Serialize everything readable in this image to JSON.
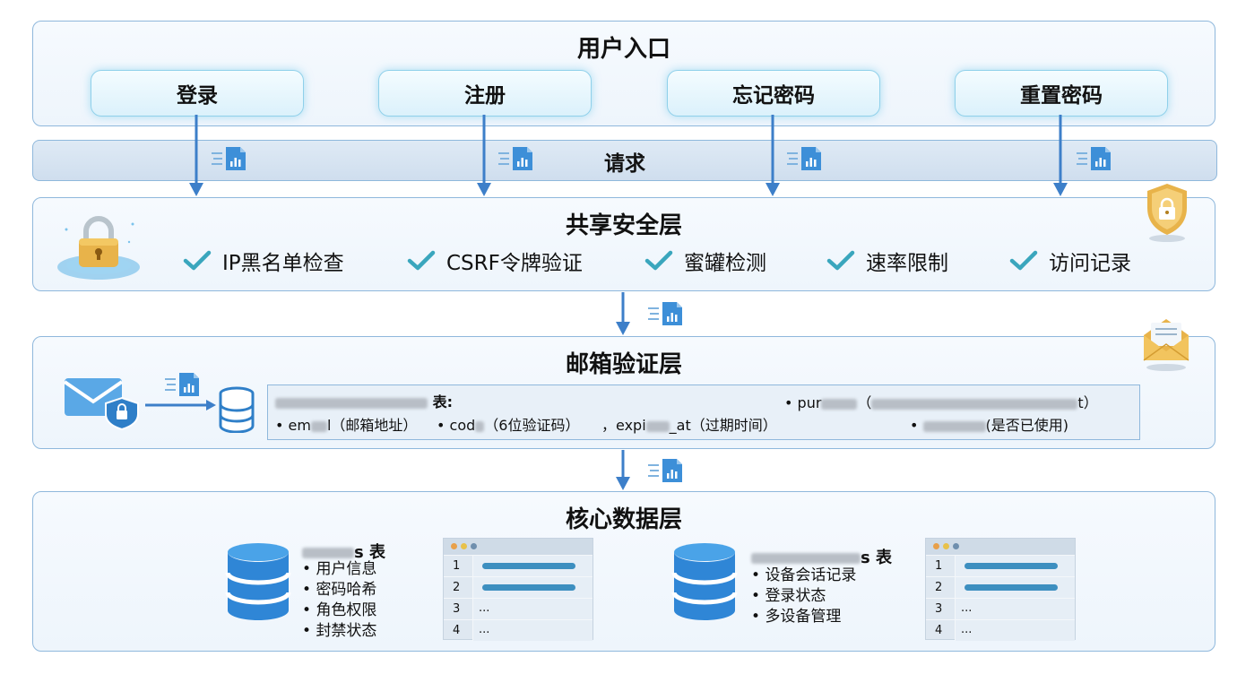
{
  "entry": {
    "title": "用户入口",
    "buttons": [
      "登录",
      "注册",
      "忘记密码",
      "重置密码"
    ]
  },
  "request": {
    "label": "请求"
  },
  "security": {
    "title": "共享安全层",
    "checks": [
      "IP黑名单检查",
      "CSRF令牌验证",
      "蜜罐检测",
      "速率限制",
      "访问记录"
    ]
  },
  "email": {
    "title": "邮箱验证层",
    "table_suffix": "表:",
    "fields": {
      "email_prefix": "em",
      "email_suffix": "l（邮箱地址）",
      "code_prefix": "cod",
      "code_suffix": "（6位验证码）",
      "expires_prefix": "，expi",
      "expires_suffix": "_at（过期时间）",
      "purpose_prefix": "pur",
      "purpose_mid": "（",
      "purpose_suffix": "t）",
      "used_suffix": "(是否已使用)"
    }
  },
  "core": {
    "title": "核心数据层",
    "left": {
      "title_suffix": "s 表",
      "items": [
        "用户信息",
        "密码哈希",
        "角色权限",
        "封禁状态"
      ]
    },
    "right": {
      "title_suffix": "s 表",
      "items": [
        "设备会话记录",
        "登录状态",
        "多设备管理"
      ]
    },
    "row_numbers": [
      "1",
      "2",
      "3",
      "4"
    ],
    "row_ellipsis": "..."
  },
  "icon_names": [
    "lock-icon",
    "shield-lock-icon",
    "envelope-icon",
    "envelope-shield-icon",
    "database-icon",
    "document-chart-icon",
    "check-icon"
  ],
  "colors": {
    "accent": "#3d7fc9",
    "check": "#3aa6bd",
    "panel_border": "#8fb8dc",
    "gold": "#e8b34a"
  }
}
